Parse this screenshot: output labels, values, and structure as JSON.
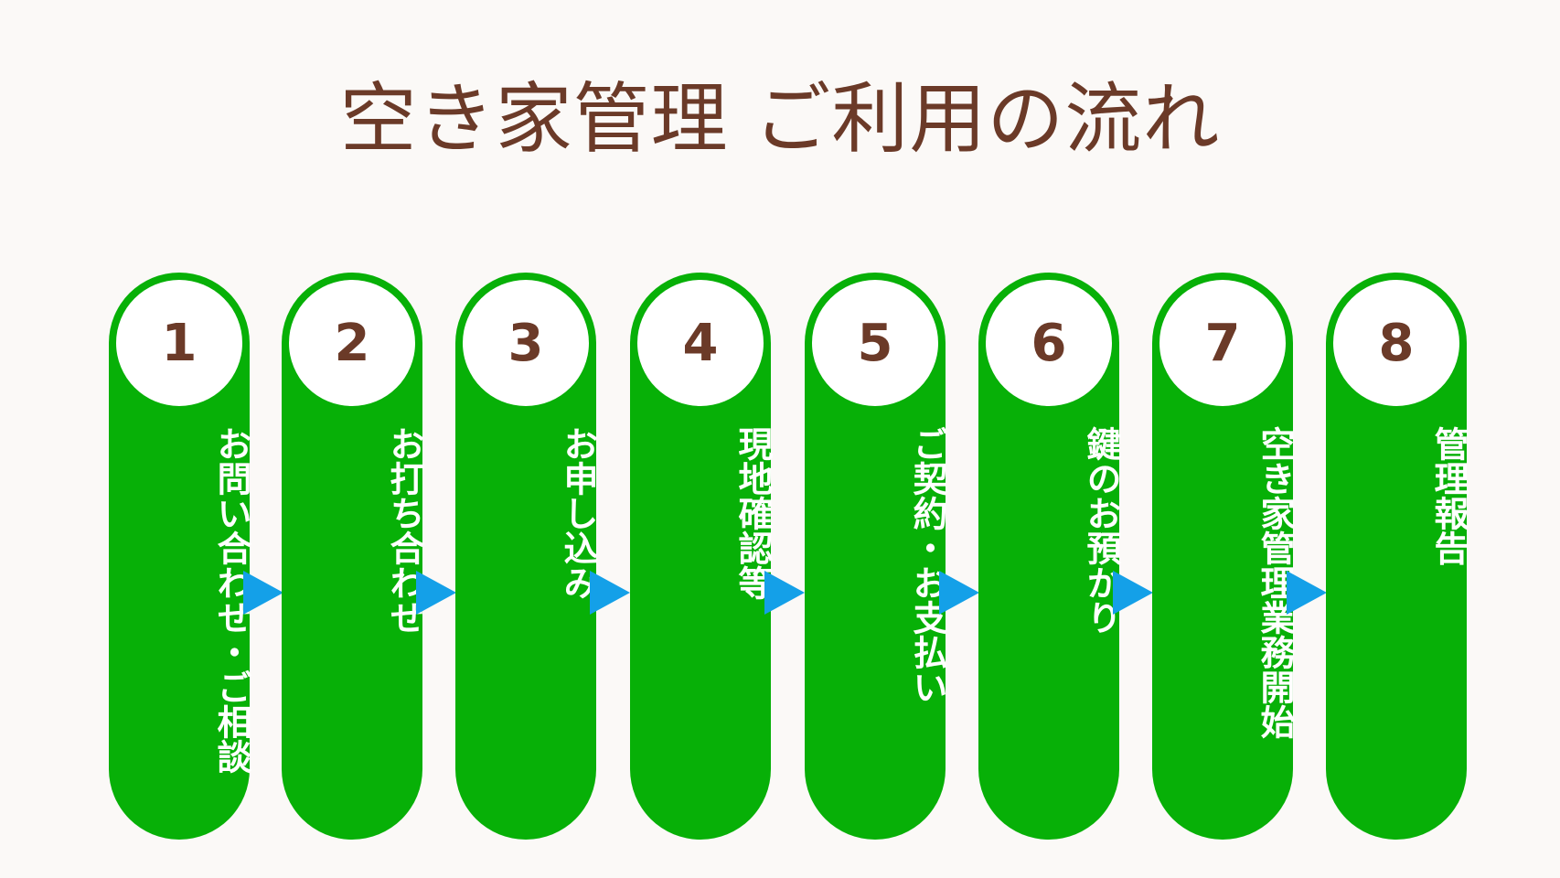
{
  "title": "空き家管理 ご利用の流れ",
  "colors": {
    "title": "#6b3a28",
    "pill": "#07b007",
    "circle": "#ffffff",
    "number": "#6b3a28",
    "arrow": "#14a0e8",
    "background": "#fbf9f7"
  },
  "steps": [
    {
      "number": "1",
      "label": "お問い合わせ・ご相談"
    },
    {
      "number": "2",
      "label": "お打ち合わせ"
    },
    {
      "number": "3",
      "label": "お申し込み"
    },
    {
      "number": "4",
      "label": "現地確認等"
    },
    {
      "number": "5",
      "label": "ご契約・お支払い"
    },
    {
      "number": "6",
      "label": "鍵のお預かり"
    },
    {
      "number": "7",
      "label": "空き家管理業務開始"
    },
    {
      "number": "8",
      "label": "管理報告"
    }
  ]
}
